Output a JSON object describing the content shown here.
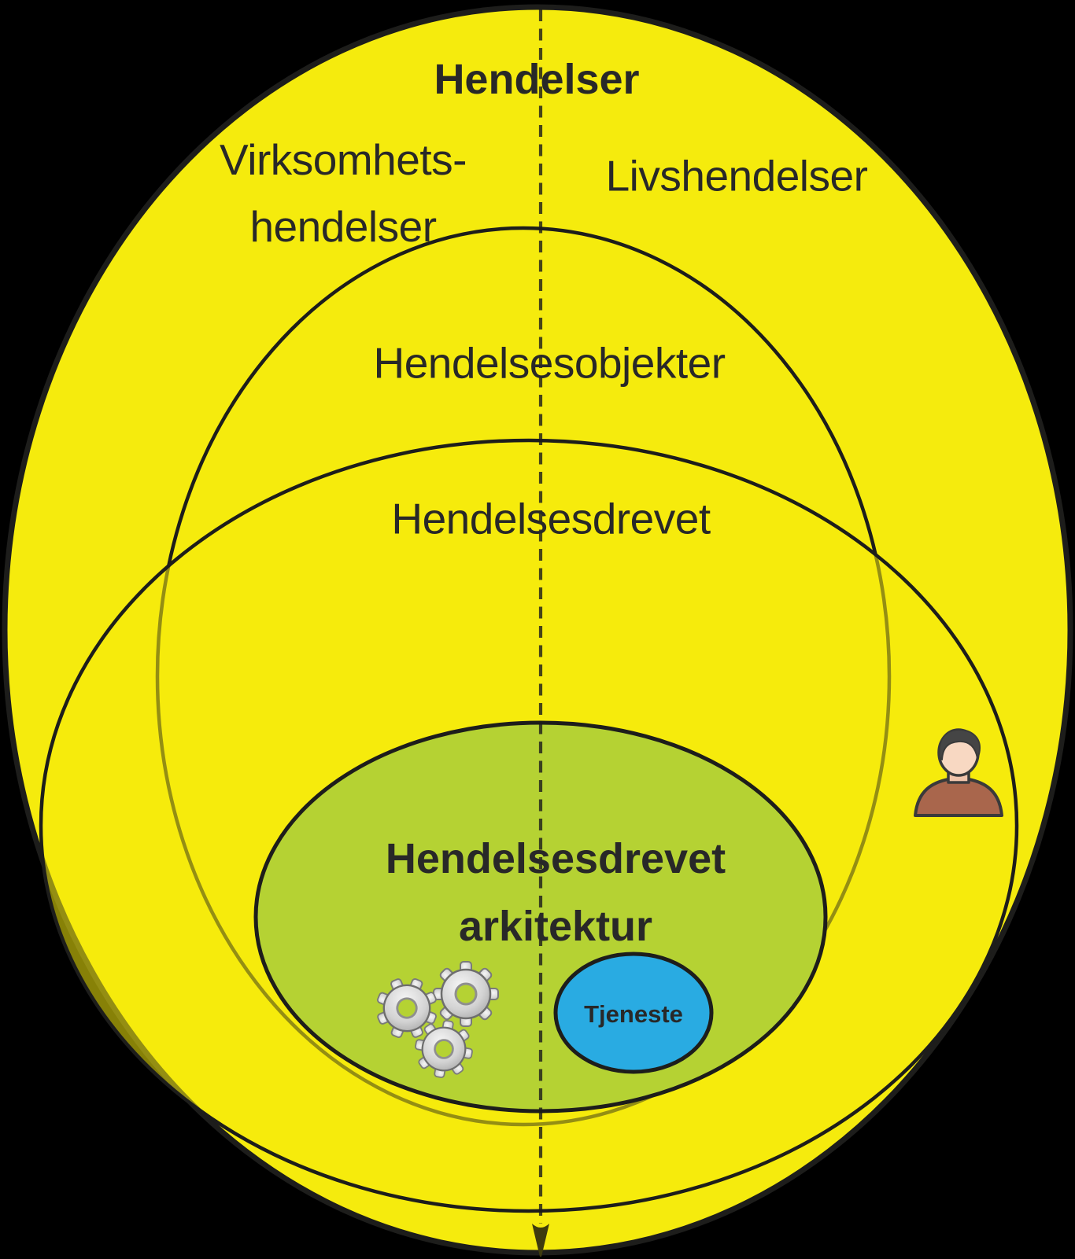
{
  "diagram": {
    "title": "Hendelser",
    "labels": {
      "enterprise_events": "Virksomhets-\nhendelser",
      "life_events": "Livshendelser",
      "event_objects": "Hendelsesobjekter",
      "event_driven": "Hendelsesdrevet",
      "event_driven_architecture": "Hendelsesdrevet\narkitektur",
      "service": "Tjeneste"
    },
    "colors": {
      "yellow": "#F5EB0D",
      "green": "#B5D233",
      "blue": "#29ABE2",
      "outline": "#1D1D1B",
      "text": "#282828",
      "background": "#000000",
      "gear_metal": "#C9C9C9",
      "skin": "#F8D8C2",
      "hair": "#454545",
      "shirt": "#A9664C"
    }
  }
}
